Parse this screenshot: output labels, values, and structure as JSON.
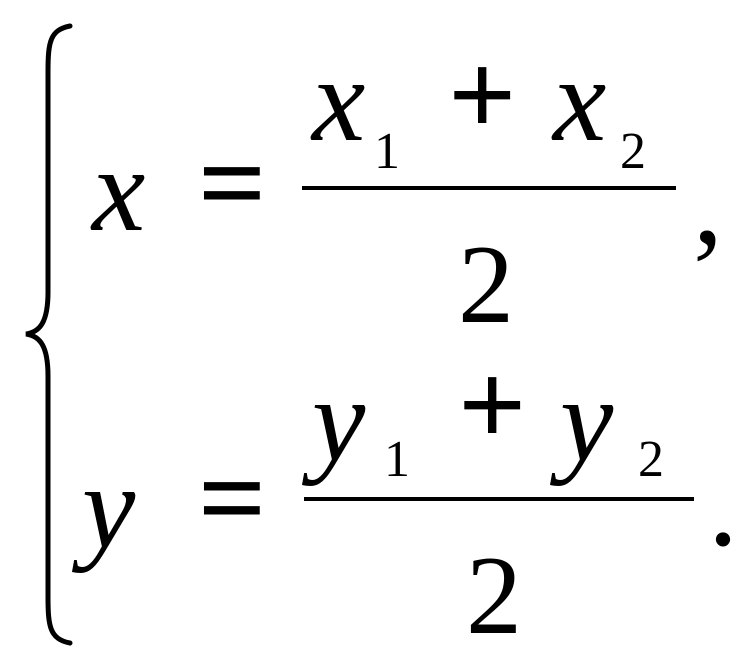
{
  "system": {
    "row1": {
      "lhs": "x",
      "equals": "=",
      "num_a": "x",
      "num_a_sub": "1",
      "plus": "+",
      "num_b": "x",
      "num_b_sub": "2",
      "den": "2",
      "punct": ","
    },
    "row2": {
      "lhs": "y",
      "equals": "=",
      "num_a": "y",
      "num_a_sub": "1",
      "plus": "+",
      "num_b": "y",
      "num_b_sub": "2",
      "den": "2",
      "punct": "."
    }
  },
  "colors": {
    "ink": "#000000",
    "background": "#ffffff"
  }
}
